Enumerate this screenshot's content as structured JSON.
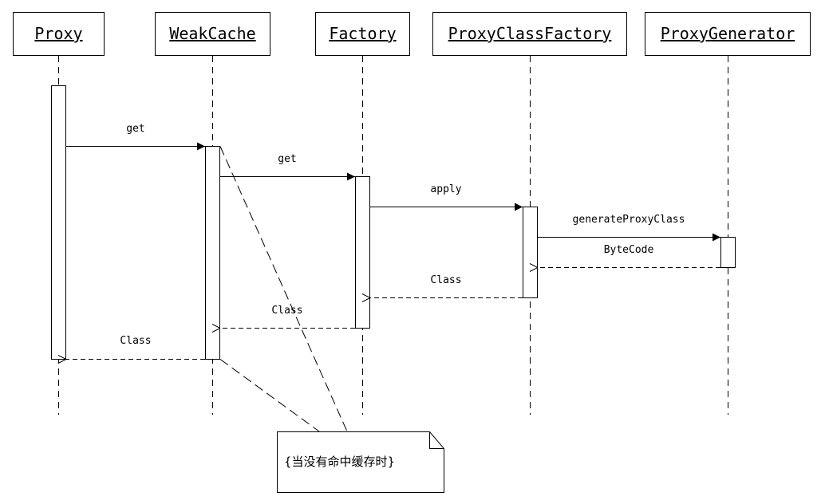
{
  "participants": [
    {
      "id": "proxy",
      "label": "Proxy"
    },
    {
      "id": "weakcache",
      "label": "WeakCache"
    },
    {
      "id": "factory",
      "label": "Factory"
    },
    {
      "id": "proxyclassfactory",
      "label": "ProxyClassFactory"
    },
    {
      "id": "proxygenerator",
      "label": "ProxyGenerator"
    }
  ],
  "messages": [
    {
      "id": "m1",
      "from": "Proxy",
      "to": "WeakCache",
      "label": "get",
      "kind": "call"
    },
    {
      "id": "m2",
      "from": "WeakCache",
      "to": "Factory",
      "label": "get",
      "kind": "call"
    },
    {
      "id": "m3",
      "from": "Factory",
      "to": "ProxyClassFactory",
      "label": "apply",
      "kind": "call"
    },
    {
      "id": "m4",
      "from": "ProxyClassFactory",
      "to": "ProxyGenerator",
      "label": "generateProxyClass",
      "kind": "call"
    },
    {
      "id": "m5",
      "from": "ProxyGenerator",
      "to": "ProxyClassFactory",
      "label": "ByteCode",
      "kind": "return"
    },
    {
      "id": "m6",
      "from": "ProxyClassFactory",
      "to": "Factory",
      "label": "Class",
      "kind": "return"
    },
    {
      "id": "m7",
      "from": "Factory",
      "to": "WeakCache",
      "label": "Class",
      "kind": "return"
    },
    {
      "id": "m8",
      "from": "WeakCache",
      "to": "Proxy",
      "label": "Class",
      "kind": "return"
    }
  ],
  "note": {
    "text": "{当没有命中缓存时}",
    "attached_to": "WeakCache"
  },
  "colors": {
    "stroke": "#000000",
    "background": "#ffffff"
  }
}
